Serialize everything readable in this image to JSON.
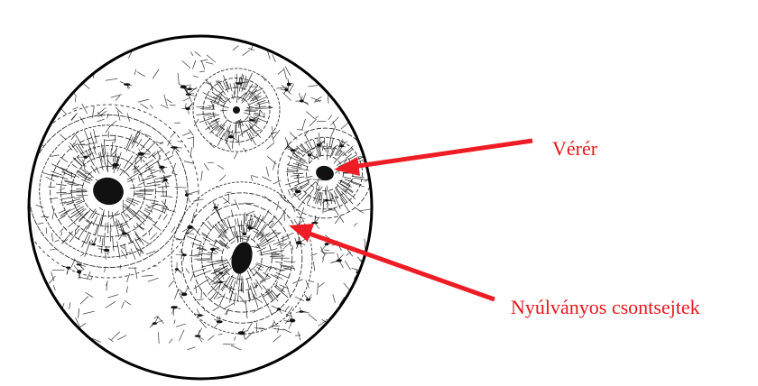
{
  "labels": {
    "blood_vessel": "Vérér",
    "bone_cells": "Nyúlványos csontsejtek"
  },
  "colors": {
    "label_text": "#e8161b",
    "arrow": "#ee1c24",
    "ink": "#111111",
    "outline": "#000000",
    "background": "#ffffff"
  },
  "icons": {
    "illustration": "bone-tissue-osteon-drawing",
    "pointer": "red-arrow"
  }
}
